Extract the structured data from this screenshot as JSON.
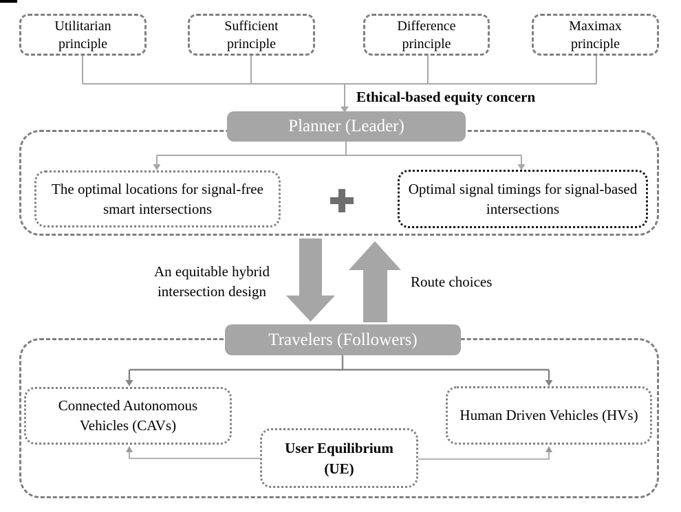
{
  "palette": {
    "bar_fill": "#a6a6a6",
    "bar_text": "#ffffff",
    "dashed_border": "#7f7f7f",
    "dotted_border_gray": "#828282",
    "dotted_border_black": "#141414",
    "connector_light": "#a8a8a8",
    "connector_dark": "#858585",
    "connector_ue": "#9a9a9a",
    "block_arrow_fill": "#a6a6a6",
    "plus_color": "#6e6e6e",
    "text_color": "#000000"
  },
  "top_principles": [
    {
      "label": "Utilitarian principle"
    },
    {
      "label": "Sufficient principle"
    },
    {
      "label": "Difference principle"
    },
    {
      "label": "Maximax principle"
    }
  ],
  "equity_label": "Ethical-based equity concern",
  "planner": {
    "title": "Planner (Leader)",
    "left_output": "The optimal locations for signal-free smart intersections",
    "plus_symbol": "+",
    "right_output": "Optimal signal timings for signal-based intersections"
  },
  "flows": {
    "down_label": "An equitable hybrid intersection design",
    "up_label": "Route choices"
  },
  "travelers": {
    "title": "Travelers (Followers)",
    "cavs_label": "Connected Autonomous Vehicles (CAVs)",
    "hvs_label": "Human Driven Vehicles (HVs)",
    "ue_label": "User Equilibrium (UE)"
  },
  "icons": {
    "plus_icon": "+",
    "down_block_arrow_icon": "thick gray arrow pointing down",
    "up_block_arrow_icon": "thick gray arrow pointing up",
    "arrowhead_icon": "small gray triangle arrowhead"
  }
}
